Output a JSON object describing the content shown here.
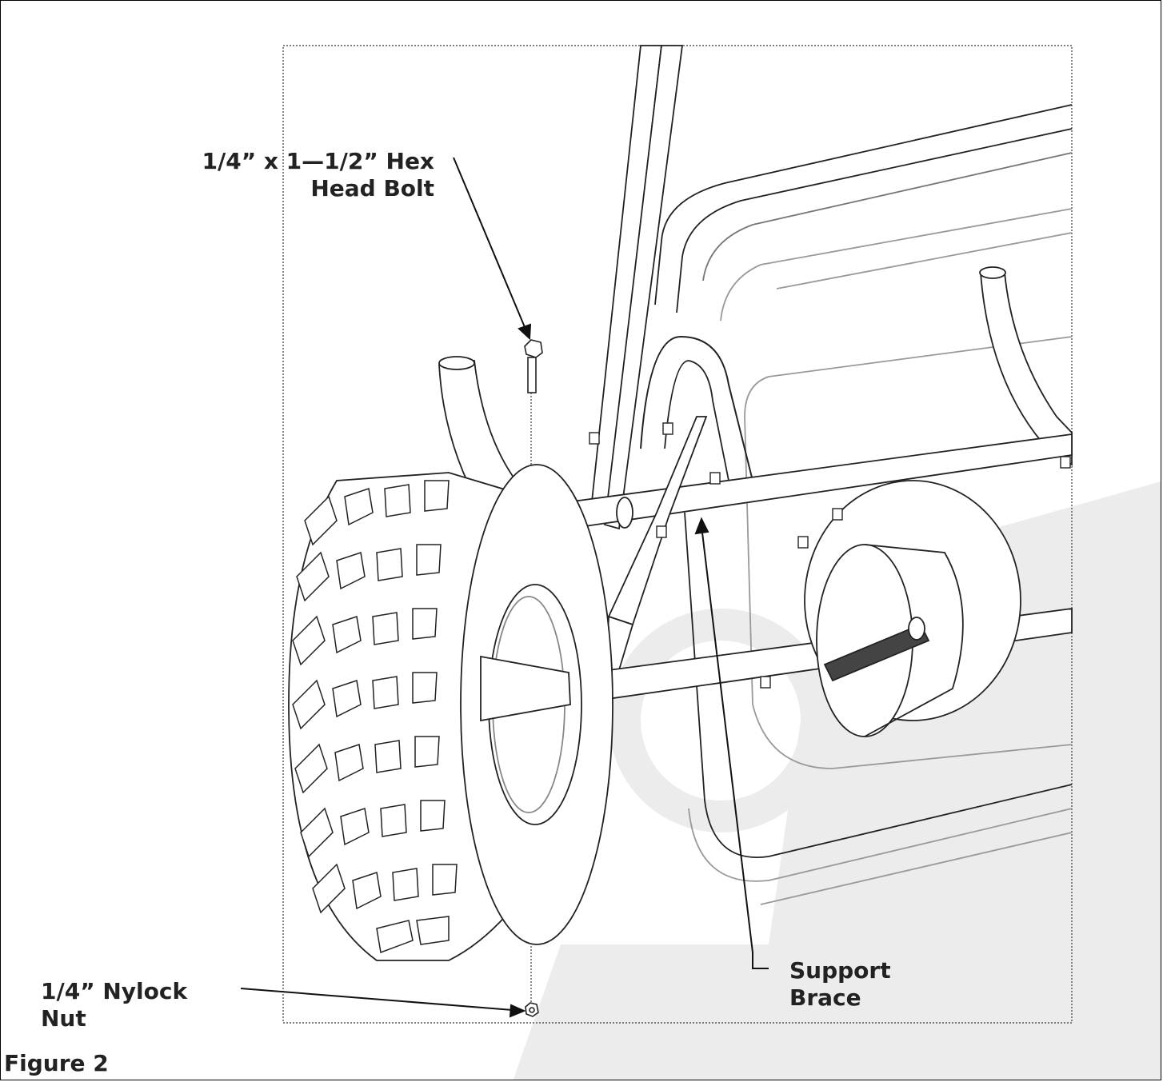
{
  "labels": {
    "bolt_line1": "1/4” x 1—1/2” Hex",
    "bolt_line2": "Head Bolt",
    "brace_line1": "Support",
    "brace_line2": "Brace",
    "nut_line1": "1/4” Nylock",
    "nut_line2": "Nut",
    "figure_caption": "Figure 2"
  },
  "colors": {
    "line": "#111111",
    "watermark": "#ececec"
  }
}
